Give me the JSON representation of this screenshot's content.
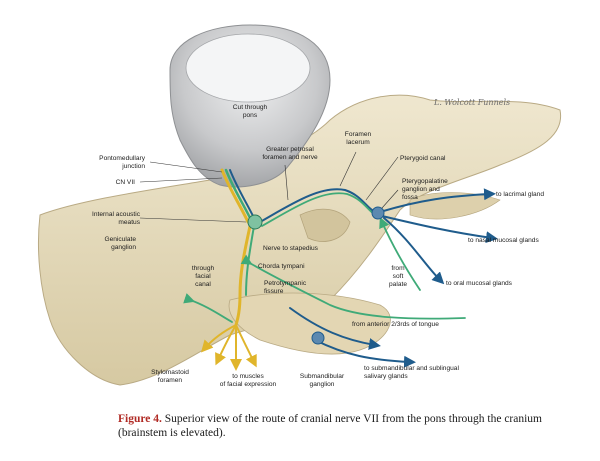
{
  "signature": "L. Wolcott Funnels",
  "labels": {
    "cut_pons": [
      "Cut through",
      "pons"
    ],
    "pontomedullary": [
      "Pontomedullary",
      "junction"
    ],
    "cn7": "CN VII",
    "greater_petrosal": [
      "Greater petrosal",
      "foramen and nerve"
    ],
    "foramen_lacerum": [
      "Foramen",
      "lacerum"
    ],
    "pterygoid_canal": "Pterygoid canal",
    "pterygopalatine": [
      "Pterygopalatine",
      "ganglion and",
      "fossa"
    ],
    "lacrimal": "to lacrimal gland",
    "internal_acoustic": [
      "Internal acoustic",
      "meatus"
    ],
    "geniculate": [
      "Geniculate",
      "ganglion"
    ],
    "nerve_stapedius": "Nerve to stapedius",
    "chorda": "Chorda tympani",
    "nasal": "to nasal mucosal glands",
    "through_facial": [
      "through",
      "facial",
      "canal"
    ],
    "petrotympanic": [
      "Petrotympanic",
      "fissure"
    ],
    "from_soft_palate": [
      "from",
      "soft",
      "palate"
    ],
    "oral": "to oral mucosal glands",
    "anterior_tongue": "from anterior 2/3rds of tongue",
    "stylomastoid": [
      "Stylomastoid",
      "foramen"
    ],
    "muscles": [
      "to muscles",
      "of facial expression"
    ],
    "submandibular_ganglion": [
      "Submandibular",
      "ganglion"
    ],
    "salivary": [
      "to submandibular and sublingual",
      "salivary glands"
    ]
  },
  "caption": {
    "figure_label": "Figure 4.",
    "text": "Superior view of the route of cranial nerve VII from the pons through the cranium (brainstem is elevated)."
  },
  "colors": {
    "bone": "#e6dcc0",
    "pons": "#c8c9cb",
    "motor_yellow": "#e0b52b",
    "sensory_green": "#3faa78",
    "parasympathetic_blue": "#1f5c8c",
    "caption_red": "#b02a24"
  }
}
